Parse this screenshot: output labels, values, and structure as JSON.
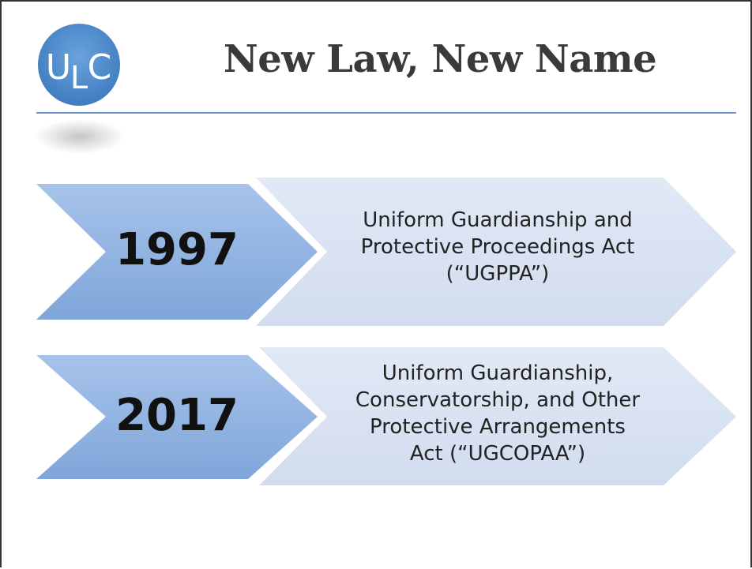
{
  "logo": {
    "text_left": "U",
    "text_mid": "L",
    "text_right": "C",
    "color": "#4a86c8"
  },
  "title": "New Law, New Name",
  "colors": {
    "rule": "#6f95c8",
    "chevron_dark": "#8fb2e0",
    "chevron_light": "#d9e3f2"
  },
  "timeline": [
    {
      "year": "1997",
      "lines": [
        "Uniform Guardianship and",
        "Protective Proceedings Act",
        "(“UGPPA”)"
      ]
    },
    {
      "year": "2017",
      "lines": [
        "Uniform Guardianship,",
        "Conservatorship, and Other",
        "Protective Arrangements",
        "Act (“UGCOPAA”)"
      ]
    }
  ]
}
